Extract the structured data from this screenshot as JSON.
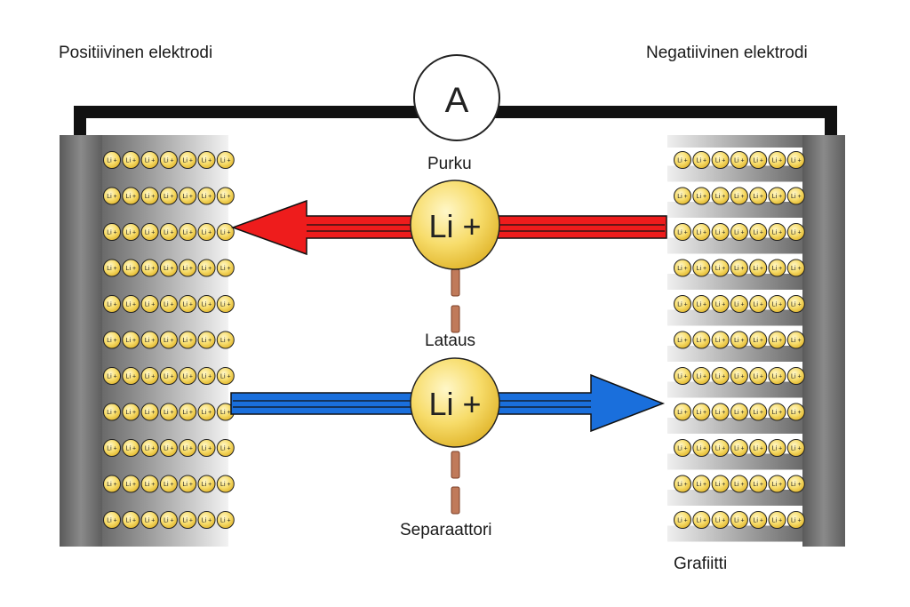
{
  "labels": {
    "positive_electrode": "Positiivinen elektrodi",
    "negative_electrode": "Negatiivinen elektrodi",
    "ammeter": "A",
    "discharge": "Purku",
    "charge": "Lataus",
    "separator": "Separaattori",
    "graphite": "Grafiitti"
  },
  "ion": {
    "large_label": "Li +",
    "small_label": "Li +"
  },
  "colors": {
    "discharge_arrow": "#ee1c1c",
    "charge_arrow": "#1a6fdc",
    "ion_fill": "#f5d24a",
    "wire": "#111111",
    "separator": "#b36a4a"
  },
  "layout": {
    "ion_rows": 11,
    "ions_per_row": 7
  }
}
